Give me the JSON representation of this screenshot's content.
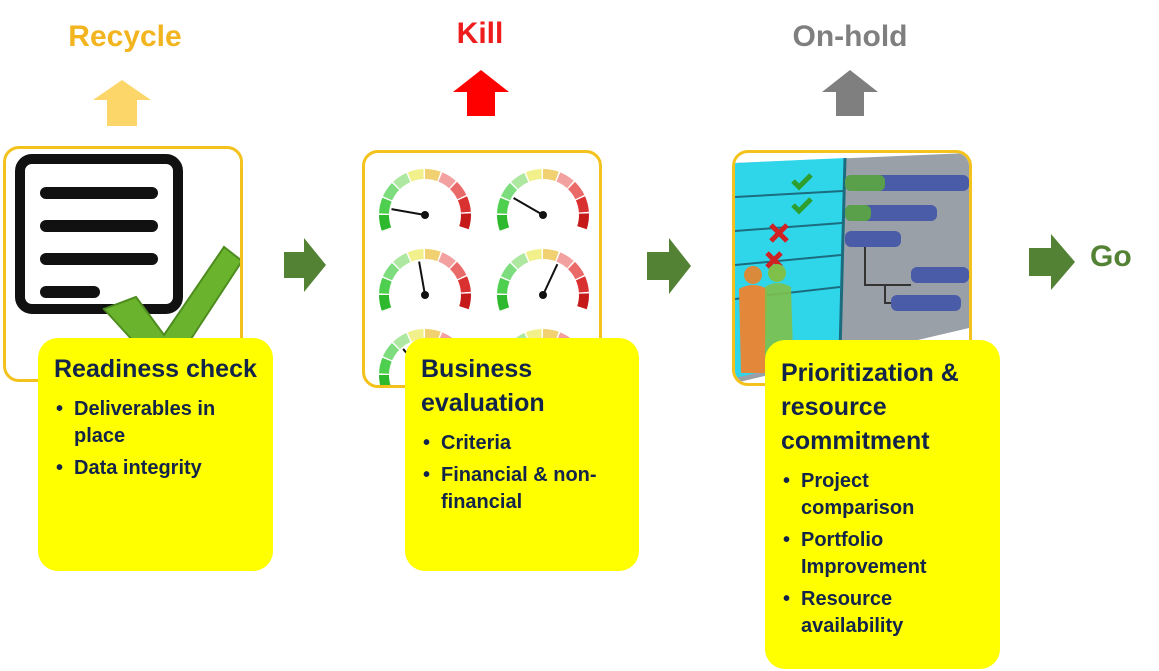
{
  "stages": [
    {
      "title": "Readiness check",
      "bullets": [
        "Deliverables in place",
        "Data integrity"
      ],
      "outcome": "Recycle",
      "outcome_color": "#f3b51f",
      "arrow_color": "#fdd66a",
      "icon": "checklist-with-checkmark-icon"
    },
    {
      "title": "Business evaluation",
      "bullets": [
        "Criteria",
        "Financial & non-financial"
      ],
      "outcome": "Kill",
      "outcome_color": "#ee1c1c",
      "arrow_color": "#ff0000",
      "icon": "gauges-icon"
    },
    {
      "title": "Prioritization & resource commitment",
      "bullets": [
        "Project comparison",
        "Portfolio Improvement",
        "Resource availability"
      ],
      "outcome": "On-hold",
      "outcome_color": "#7f7f7f",
      "arrow_color": "#7f7f7f",
      "icon": "gantt-chart-icon"
    }
  ],
  "final": {
    "label": "Go",
    "color": "#548235"
  },
  "flow_arrow_color": "#548235",
  "card_color": "#ffff00",
  "frame_color": "#f3c21d"
}
